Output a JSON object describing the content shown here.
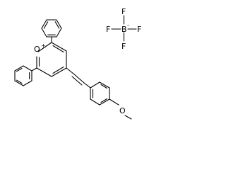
{
  "molecule": {
    "pyrylium_oxygen": "O",
    "pyrylium_charge": "+",
    "methoxy_oxygen": "O"
  },
  "counterion": {
    "boron": "B",
    "boron_charge": "-",
    "fluorine_top": "F",
    "fluorine_left": "F",
    "fluorine_right": "F",
    "fluorine_bottom": "F"
  }
}
